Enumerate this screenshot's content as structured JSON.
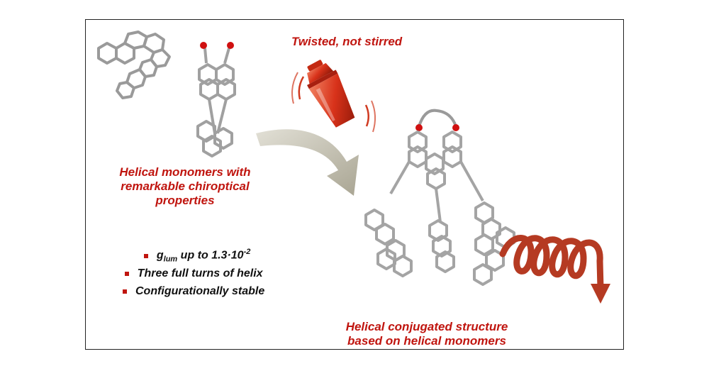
{
  "header": {
    "title": "Twisted, not stirred"
  },
  "labels": {
    "monomers_line1": "Helical monomers with",
    "monomers_line2": "remarkable chiroptical",
    "monomers_line3": "properties",
    "structure_line1": "Helical conjugated structure",
    "structure_line2": "based on helical monomers"
  },
  "bullets": [
    {
      "prefix": "g",
      "sub": "lum",
      "text": " up to 1.3·10",
      "sup": "-2"
    },
    {
      "text": "Three full turns of helix"
    },
    {
      "text": "Configurationally stable"
    }
  ],
  "colors": {
    "accent_red": "#c0150f",
    "arrow_gray": "#b9b6a6",
    "spiral_red": "#b53a22",
    "molecule_gray": "#a8a8a8",
    "oxygen_red": "#d01010"
  },
  "icons": [
    "cocktail-shaker-icon",
    "curved-arrow-icon",
    "helix-spiral-icon"
  ]
}
